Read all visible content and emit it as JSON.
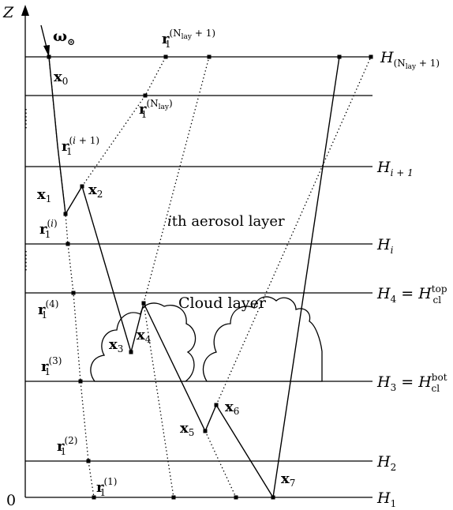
{
  "axis": {
    "z_label": "Z",
    "origin_label": "0"
  },
  "sun": {
    "label": "ω",
    "sub": "⊙"
  },
  "layers": {
    "H1": {
      "sym": "H",
      "sub": "1"
    },
    "H2": {
      "sym": "H",
      "sub": "2"
    },
    "H3": {
      "sym": "H",
      "sub": "3",
      "eq": " = ",
      "rhs": "H",
      "rhs_sup": "bot",
      "rhs_sub": "cl"
    },
    "H4": {
      "sym": "H",
      "sub": "4",
      "eq": " = ",
      "rhs": "H",
      "rhs_sup": "top",
      "rhs_sub": "cl"
    },
    "Hi": {
      "sym": "H",
      "sub": "i"
    },
    "Hi1": {
      "sym": "H",
      "sub": "i + 1"
    },
    "Htop": {
      "sym": "H",
      "sub": "(N",
      "sub_small": "lay",
      "sub_end": " + 1)"
    }
  },
  "points": {
    "x0": {
      "sym": "x",
      "sub": "0"
    },
    "x1": {
      "sym": "x",
      "sub": "1"
    },
    "x2": {
      "sym": "x",
      "sub": "2"
    },
    "x3": {
      "sym": "x",
      "sub": "3"
    },
    "x4": {
      "sym": "x",
      "sub": "4"
    },
    "x5": {
      "sym": "x",
      "sub": "5"
    },
    "x6": {
      "sym": "x",
      "sub": "6"
    },
    "x7": {
      "sym": "x",
      "sub": "7"
    }
  },
  "r_labels": {
    "r1_1": {
      "sym": "r",
      "sub": "1",
      "sup": "(1)"
    },
    "r1_2": {
      "sym": "r",
      "sub": "1",
      "sup": "(2)"
    },
    "r1_3": {
      "sym": "r",
      "sub": "1",
      "sup": "(3)"
    },
    "r1_4": {
      "sym": "r",
      "sub": "1",
      "sup": "(4)"
    },
    "r1_i": {
      "sym": "r",
      "sub": "1",
      "sup_open": "(",
      "sup_it": "i",
      "sup_close": ")"
    },
    "r1_ip1": {
      "sym": "r",
      "sub": "1",
      "sup_open": "(",
      "sup_it": "i",
      "sup_close": " + 1)"
    },
    "r1_nlay": {
      "sym": "r",
      "sub": "1",
      "sup_open": "(N",
      "sup_small": "lay",
      "sup_close": ")"
    },
    "r1_nlay1": {
      "sym": "r",
      "sub": "1",
      "sup_open": "(N",
      "sup_small": "lay",
      "sup_close": " + 1)"
    }
  },
  "annotations": {
    "aerosol_i": "i",
    "aerosol_rest": "th aerosol layer",
    "cloud": "Cloud layer"
  }
}
